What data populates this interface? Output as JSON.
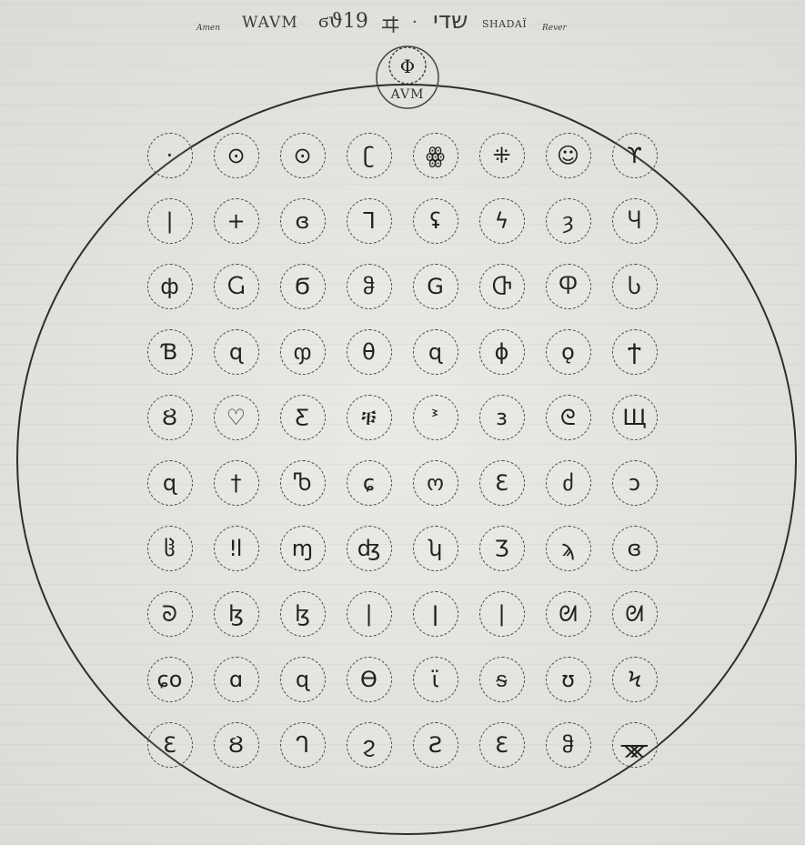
{
  "header": {
    "left_small": "Amen",
    "wavm": "WAVM",
    "glyphs": "ϭϑ19",
    "cjk": "ヰ",
    "dot": "·",
    "hebrew": "שדי",
    "shadai": "SHADAÏ",
    "right_small": "Rever"
  },
  "emblem": {
    "symbol": "Φ",
    "label": "AVM"
  },
  "symbols": [
    [
      "·",
      "⊙",
      "⊙",
      "ʗ",
      "ꙮ",
      "⁜",
      "☺",
      "ϒ"
    ],
    [
      "|",
      "+",
      "ɞ",
      "ᒣ",
      "ʢ",
      "ϟ",
      "ȝ",
      "Ⴗ"
    ],
    [
      "ф",
      "Ⴚ",
      "Ϭ",
      "ჵ",
      "G",
      "Ⴇ",
      "Ⴔ",
      "Ⴑ"
    ],
    [
      "Ɓ",
      "ɋ",
      "ჶ",
      "θ",
      "ɋ",
      "ɸ",
      "ǫ",
      "Ϯ"
    ],
    [
      "Ȣ",
      "♡",
      "Ƹ",
      "ቹ",
      "ᕑ",
      "ɜ",
      "ᘓ",
      "Щ"
    ],
    [
      "ɋ",
      "†",
      "Ⴊ",
      "ɕ",
      "ო",
      "Ɛ",
      "ძ",
      "ɔ"
    ],
    [
      "ჱ",
      "ǃl",
      "ɱ",
      "ʤ",
      "ʮ",
      "Ʒ",
      "ϡ",
      "ɞ"
    ],
    [
      "ᘐ",
      "ɮ",
      "ɮ",
      "|",
      "ǀ",
      "|",
      "ᘛ",
      "ᘛ"
    ],
    [
      "ɕo",
      "ɑ",
      "ɋ",
      "Ө",
      "ϊ",
      "ᵴ",
      "ʊ",
      "Ϟ"
    ],
    [
      "Ɛ",
      "Ȣ",
      "ᒉ",
      "ϩ",
      "Ƨ",
      "Ɛ",
      "ჵ",
      "ᚘ"
    ]
  ]
}
